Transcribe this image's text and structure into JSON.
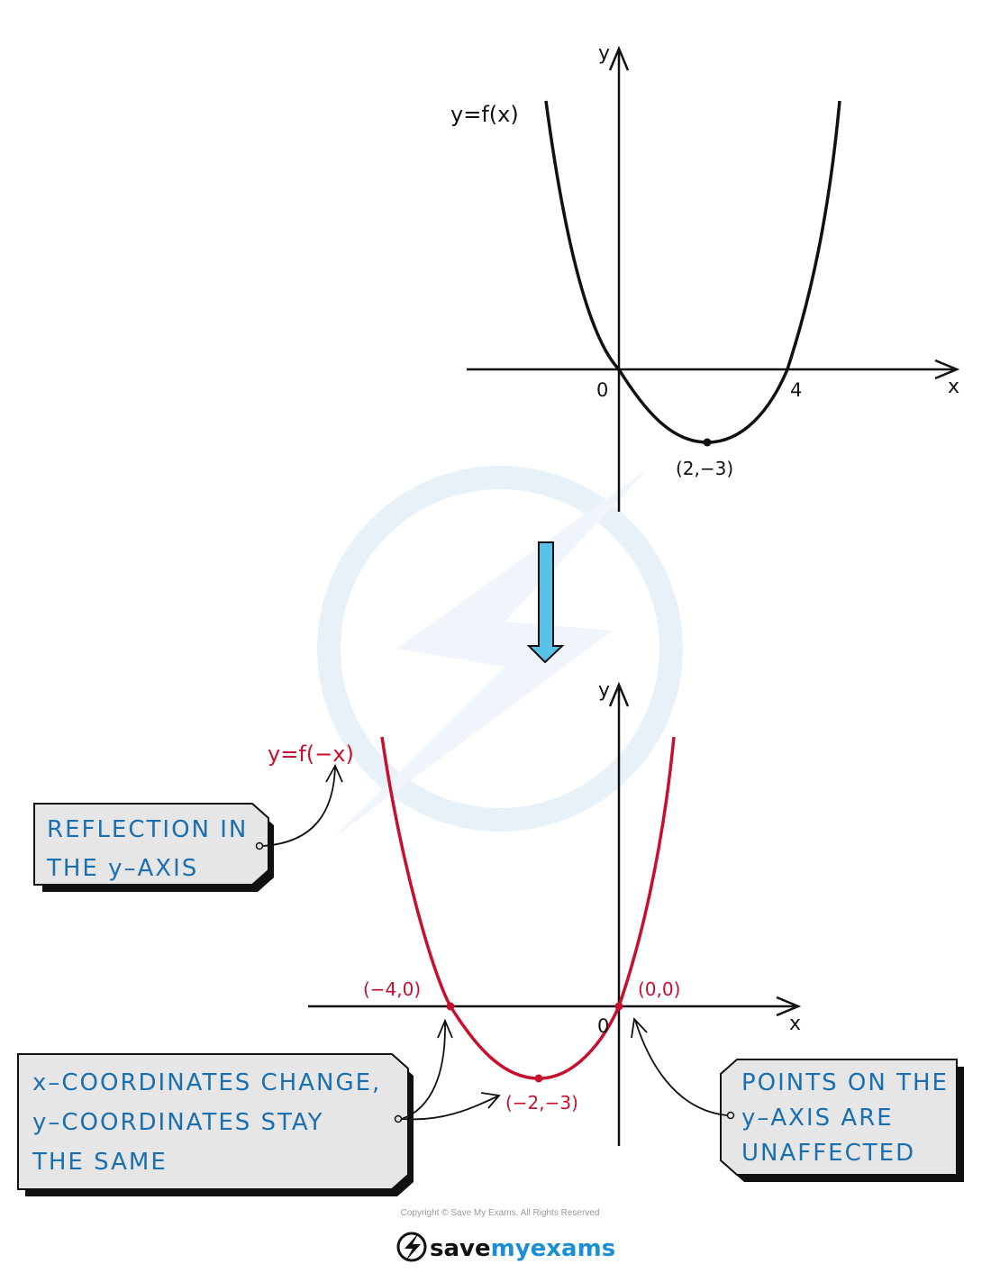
{
  "colors": {
    "ink": "#111111",
    "red": "#c8102e",
    "blue_text": "#1a6fb0",
    "box_fill": "#e6e6e6",
    "arrow_fill": "#5bc2e7",
    "watermark": "#dbe9f5"
  },
  "top_graph": {
    "y_axis_label": "y",
    "x_axis_label": "x",
    "curve_label": "y=f(x)",
    "origin_label": "0",
    "root_label": "4",
    "vertex_label": "(2,−3)"
  },
  "bottom_graph": {
    "y_axis_label": "y",
    "x_axis_label": "x",
    "curve_label": "y=f(−x)",
    "origin_label": "0",
    "root_label": "(−4,0)",
    "origin_point_label": "(0,0)",
    "vertex_label": "(−2,−3)"
  },
  "callouts": {
    "reflection": [
      "REFLECTION  IN",
      "THE  y–AXIS"
    ],
    "coordinates": [
      "x–COORDINATES  CHANGE,",
      "y–COORDINATES  STAY",
      "THE  SAME"
    ],
    "unaffected": [
      "POINTS  ON  THE",
      "y–AXIS  ARE",
      "UNAFFECTED"
    ]
  },
  "footer": {
    "copyright": "Copyright © Save My Exams. All Rights Reserved",
    "brand_save": "save",
    "brand_my": "my",
    "brand_exams": "exams",
    "logo_icon": "lightning-bolt-icon"
  }
}
